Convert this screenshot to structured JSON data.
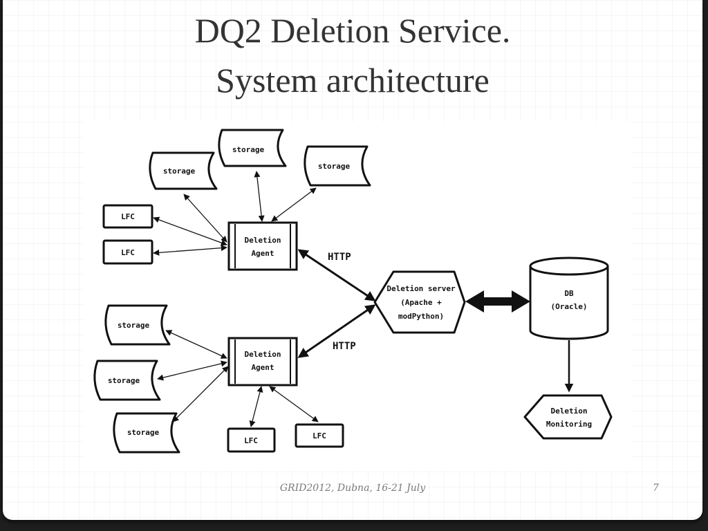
{
  "title": {
    "line1": "DQ2 Deletion Service.",
    "line2": "System architecture"
  },
  "nodes": {
    "storage_1": "storage",
    "storage_2": "storage",
    "storage_3": "storage",
    "lfc_1": "LFC",
    "lfc_2": "LFC",
    "agent_1": {
      "line1": "Deletion",
      "line2": "Agent"
    },
    "storage_4": "storage",
    "storage_5": "storage",
    "storage_6": "storage",
    "agent_2": {
      "line1": "Deletion",
      "line2": "Agent"
    },
    "lfc_3": "LFC",
    "lfc_4": "LFC",
    "server": {
      "line1": "Deletion server",
      "line2": "(Apache +",
      "line3": "modPython)"
    },
    "db": {
      "line1": "DB",
      "line2": "(Oracle)"
    },
    "monitoring": {
      "line1": "Deletion",
      "line2": "Monitoring"
    }
  },
  "edges": {
    "http_top": "HTTP",
    "http_bottom": "HTTP"
  },
  "footer": {
    "text": "GRID2012, Dubna, 16-21 July",
    "page": "7"
  }
}
